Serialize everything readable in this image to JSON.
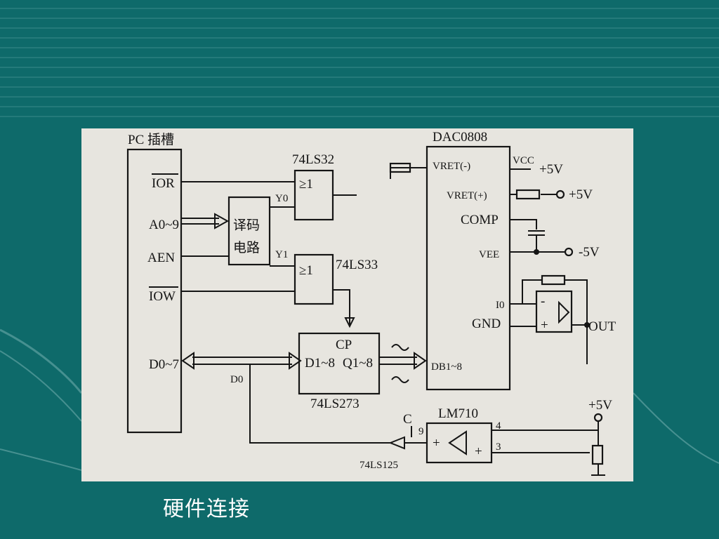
{
  "slide": {
    "caption": "硬件连接",
    "colors": {
      "background": "#0e6a6a",
      "stripe": "#4f9999",
      "figure_paper": "#e7e5df",
      "ink": "#151515",
      "caption_text": "#ffffff"
    }
  },
  "diagram": {
    "pc_slot": {
      "title": "PC 插槽",
      "signals": {
        "ior": "IOR",
        "addr": "A0~9",
        "aen": "AEN",
        "iow": "IOW",
        "data": "D0~7"
      }
    },
    "decoder": {
      "line1": "译码",
      "line2": "电路",
      "y0": "Y0",
      "y1": "Y1"
    },
    "gate_upper": {
      "part": "74LS32",
      "symbol": "≥1"
    },
    "gate_lower": {
      "part": "74LS33",
      "symbol": "≥1"
    },
    "latch": {
      "part": "74LS273",
      "cp": "CP",
      "d": "D1~8",
      "q": "Q1~8"
    },
    "dac": {
      "part": "DAC0808",
      "pins": {
        "vref_neg": "VRET(-)",
        "vref_pos": "VRET(+)",
        "comp": "COMP",
        "vee": "VEE",
        "io": "I0",
        "gnd": "GND",
        "db": "DB1~8",
        "vcc": "VCC"
      },
      "supply_vcc": "+5V",
      "supply_vref": "+5V",
      "supply_vee": "-5V"
    },
    "opamp_out": {
      "plus": "+",
      "minus": "-",
      "out_label": "OUT"
    },
    "comparator": {
      "part": "LM710",
      "pin9": "9",
      "pin4": "4",
      "pin3": "3",
      "plus": "+",
      "minus": "+",
      "supply": "+5V"
    },
    "buffer": {
      "part": "74LS125",
      "c_label": "C",
      "d0_label": "D0"
    }
  }
}
